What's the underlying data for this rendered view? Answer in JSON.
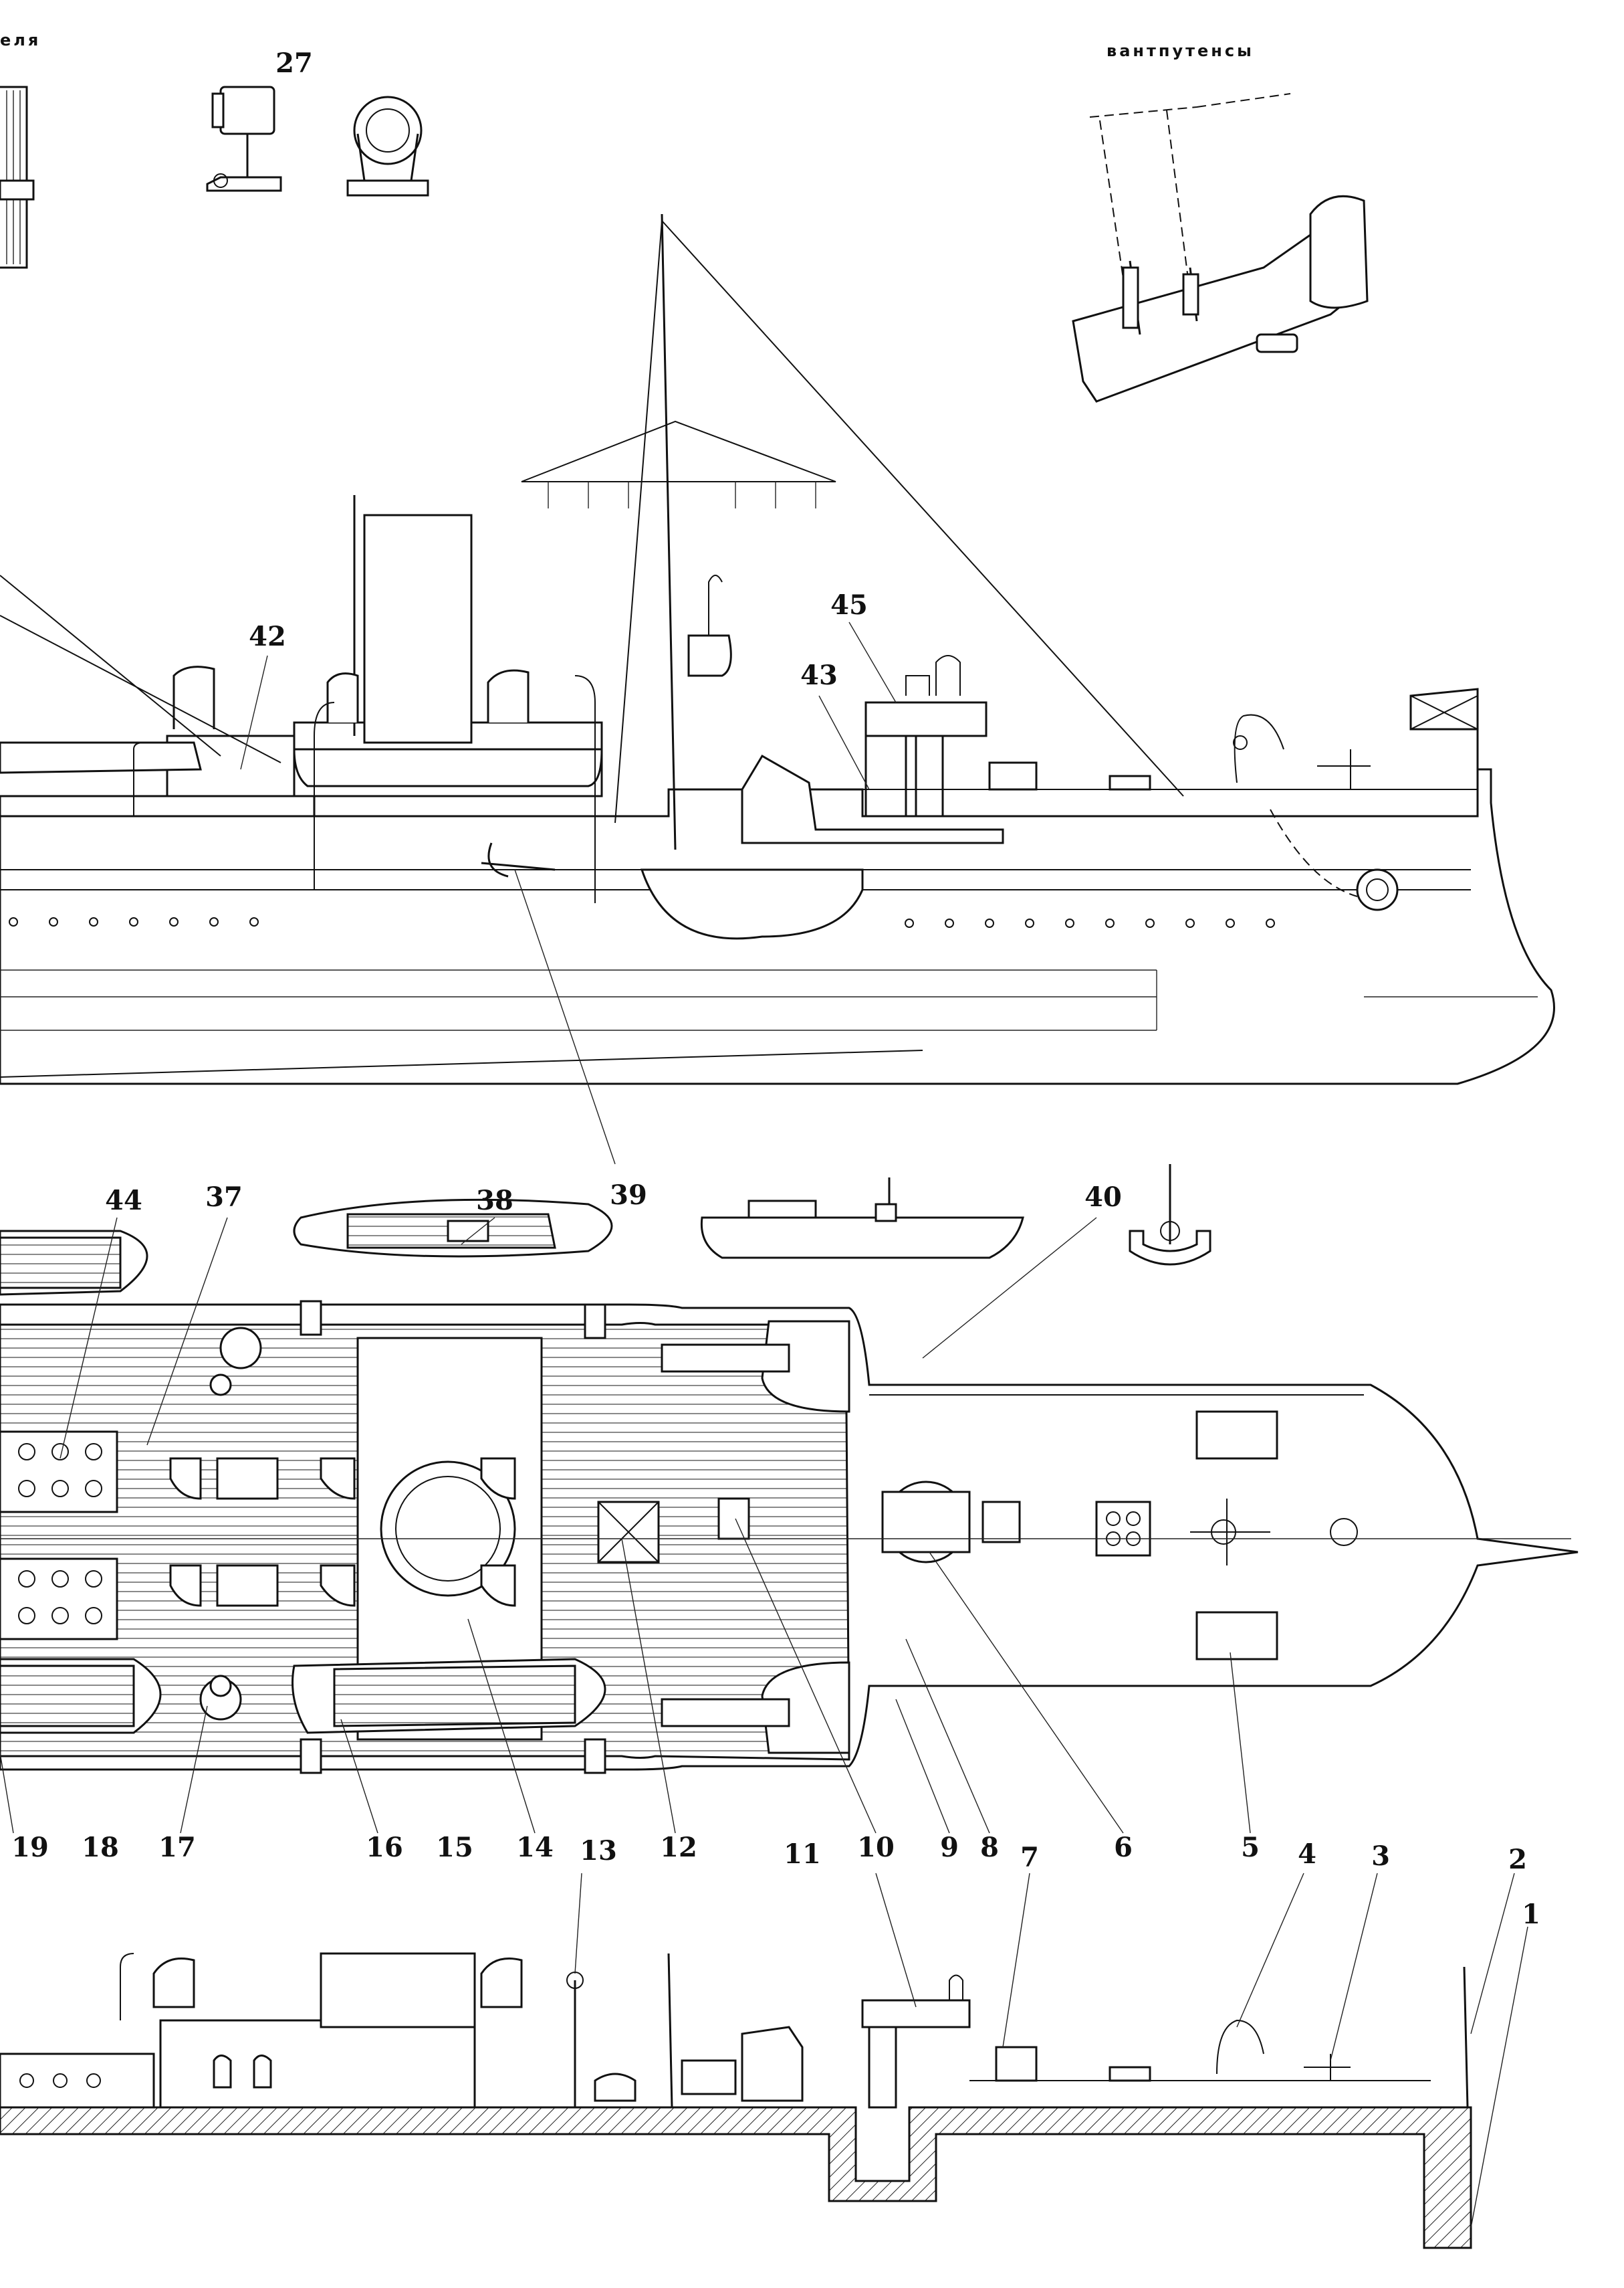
{
  "captions": {
    "top_left_fragment": "еля",
    "top_right": "вантпутенсы"
  },
  "detail_number": "27",
  "profile_callouts": [
    "42",
    "45",
    "43"
  ],
  "plan_callouts_top": [
    "44",
    "37",
    "38",
    "39",
    "40"
  ],
  "plan_callouts_bottom": [
    "19",
    "18",
    "17",
    "16",
    "15",
    "14",
    "13",
    "12",
    "11",
    "10",
    "9",
    "8",
    "7",
    "6",
    "5",
    "4",
    "3",
    "2",
    "1"
  ],
  "colors": {
    "ink": "#111111",
    "paper": "#ffffff"
  }
}
